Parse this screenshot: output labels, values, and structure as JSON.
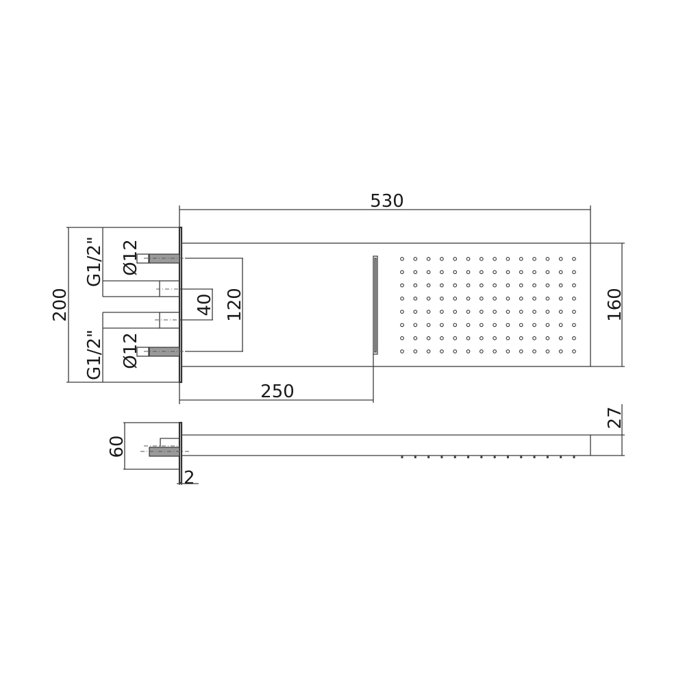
{
  "dimensions": {
    "overall_length": "530",
    "panel_height": "160",
    "plate_height": "200",
    "inlet_spacing_outer": "120",
    "inlet_spacing_inner": "40",
    "slot_offset": "250",
    "panel_thickness": "27",
    "plate_depth": "60",
    "plate_thickness": "2",
    "thread_top": "G1/2\"",
    "thread_bottom": "G1/2\"",
    "pipe_diameter_top": "Ø12",
    "pipe_diameter_bottom": "Ø12"
  },
  "nozzle_grid": {
    "columns": 14,
    "rows": 8
  }
}
